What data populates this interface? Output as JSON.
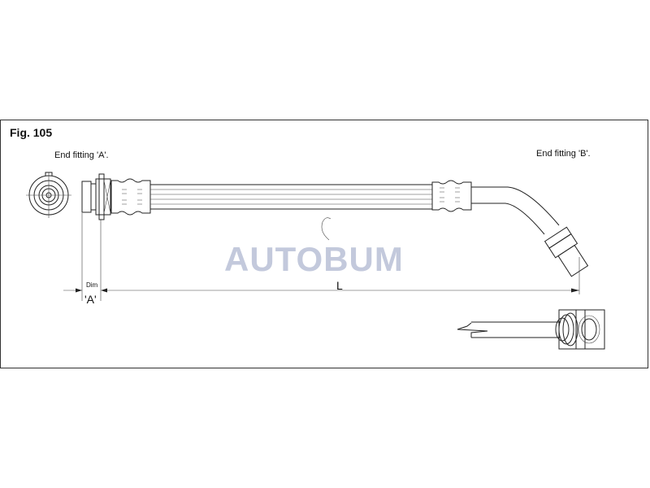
{
  "figure": {
    "title": "Fig. 105",
    "end_fitting_a": "End fitting 'A'.",
    "end_fitting_b": "End fitting 'B'.",
    "dim_label": "Dim",
    "dim_a": "'A'",
    "length_label": "L"
  },
  "watermark": {
    "text": "AUTOBUM",
    "color": "#b9c0d6"
  }
}
